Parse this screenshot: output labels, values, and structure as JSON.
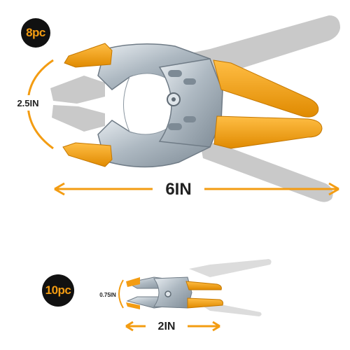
{
  "large_clamp": {
    "quantity_badge": "8pc",
    "jaw_opening": "2.5IN",
    "length": "6IN"
  },
  "small_clamp": {
    "quantity_badge": "10pc",
    "jaw_opening": "0.75IN",
    "length": "2IN"
  },
  "colors": {
    "accent": "#f39c12",
    "handle_grey": "#c8c8c8",
    "steel": "#b9c3cc",
    "badge_bg": "#111111"
  }
}
